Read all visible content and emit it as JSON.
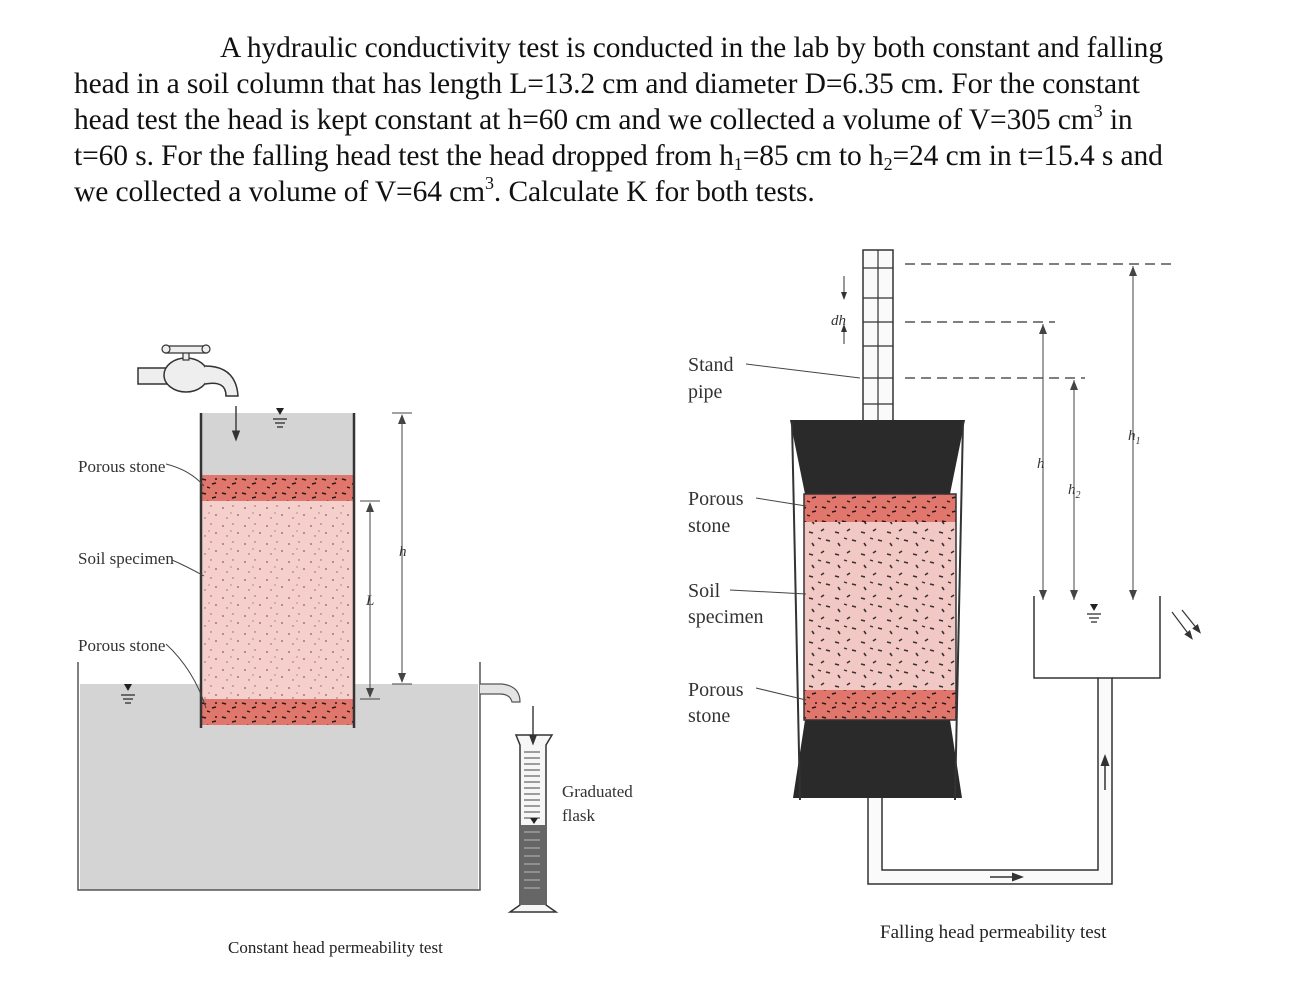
{
  "problem": {
    "line1": "A hydraulic conductivity test is conducted in the lab by both constant and falling",
    "line2": "head in a soil column that has length L=13.2 cm and diameter D=6.35 cm. For the constant",
    "line3_a": "head test the head is kept constant at h=60 cm and we collected a volume of V=305 cm",
    "line3_sup": "3",
    "line3_b": " in",
    "line4_a": "t=60 s. For the falling head test the head dropped from h",
    "line4_sub1": "1",
    "line4_b": "=85 cm to h",
    "line4_sub2": "2",
    "line4_c": "=24 cm in t=15.4 s and",
    "line5_a": "we collected a volume of V=64 cm",
    "line5_sup": "3",
    "line5_b": ". Calculate K for both tests."
  },
  "constant_head": {
    "porous_stone_top": "Porous stone",
    "soil_specimen": "Soil specimen",
    "porous_stone_bottom": "Porous stone",
    "h": "h",
    "L": "L",
    "graduated": "Graduated",
    "flask": "flask",
    "caption": "Constant head permeability test"
  },
  "falling_head": {
    "stand": "Stand",
    "pipe": "pipe",
    "porous_top_1": "Porous",
    "porous_top_2": "stone",
    "soil_1": "Soil",
    "soil_2": "specimen",
    "porous_bottom_1": "Porous",
    "porous_bottom_2": "stone",
    "dh": "dh",
    "h": "h",
    "h1": "h",
    "h1_sub": "1",
    "h2": "h",
    "h2_sub": "2",
    "caption": "Falling head permeability test"
  },
  "colors": {
    "water": "#d4d4d4",
    "porous": "#e0766c",
    "soil": "#f4cfcc",
    "black": "#2a2a2a"
  }
}
